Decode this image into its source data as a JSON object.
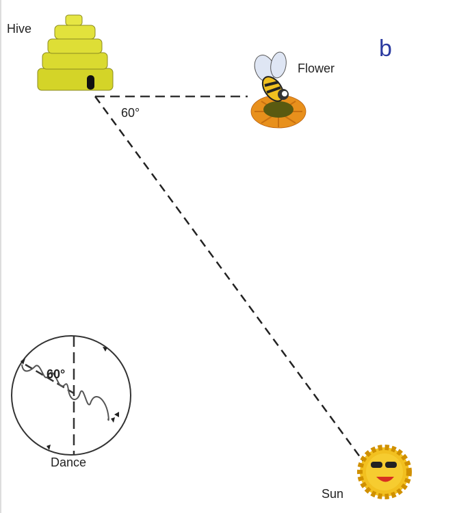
{
  "labels": {
    "hive": "Hive",
    "flower": "Flower",
    "sun": "Sun",
    "dance": "Dance",
    "angle": "60°",
    "dance_angle": "60°",
    "panel": "b"
  },
  "angle_degrees": 60,
  "colors": {
    "hive": "#d8d82a",
    "panel_letter": "#2a3aa0",
    "sun": "#f2c020",
    "petal": "#e89020"
  }
}
